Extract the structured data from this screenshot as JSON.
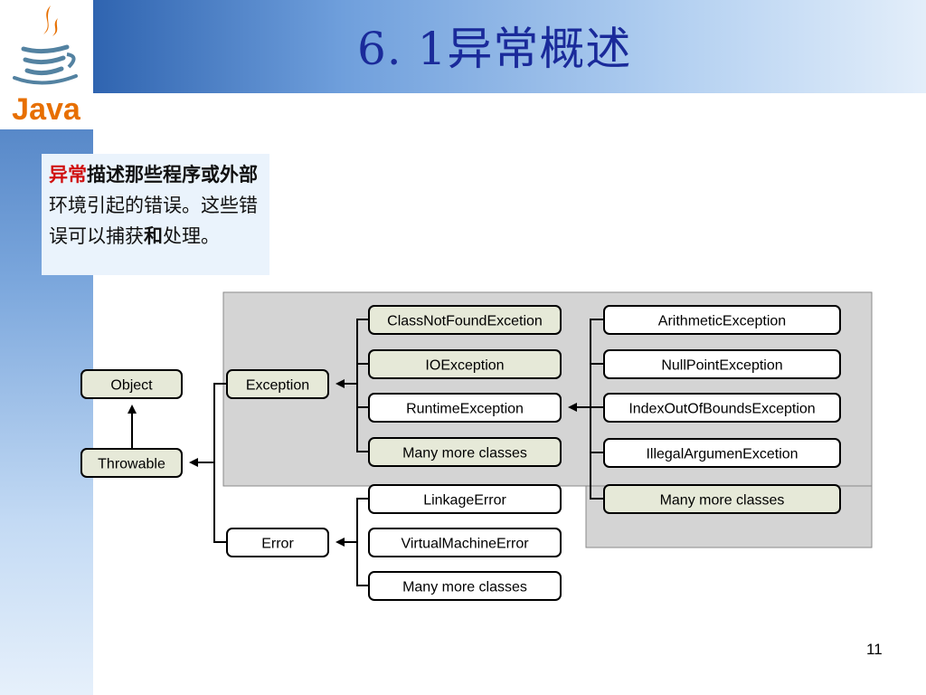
{
  "slide": {
    "title": "6. 1异常概述",
    "logo_text": "Java",
    "note": {
      "part1": "异常",
      "part2": "描述那些程序或",
      "part3": "外部",
      "part4": "环境引起的错误。这些错误可以捕获",
      "part5": "和",
      "part6": "处理。"
    },
    "page_number": "11"
  },
  "diagram": {
    "nodes": [
      {
        "id": "object",
        "label": "Object"
      },
      {
        "id": "throwable",
        "label": "Throwable"
      },
      {
        "id": "exception",
        "label": "Exception"
      },
      {
        "id": "error",
        "label": "Error"
      },
      {
        "id": "classnotfound",
        "label": "ClassNotFoundExcetion"
      },
      {
        "id": "ioexception",
        "label": "IOException"
      },
      {
        "id": "runtime",
        "label": "RuntimeException"
      },
      {
        "id": "more_exc",
        "label": "Many more classes"
      },
      {
        "id": "linkage",
        "label": "LinkageError"
      },
      {
        "id": "vm",
        "label": "VirtualMachineError"
      },
      {
        "id": "more_err",
        "label": "Many more classes"
      },
      {
        "id": "arith",
        "label": "ArithmeticException"
      },
      {
        "id": "nullpointer",
        "label": "NullPointException"
      },
      {
        "id": "indexoob",
        "label": "IndexOutOfBoundsException"
      },
      {
        "id": "illegalarg",
        "label": "IllegalArgumenExcetion"
      },
      {
        "id": "more_rt",
        "label": "Many more classes"
      }
    ],
    "colors": {
      "checked_fill": "#e6e9d8",
      "plain_fill": "#ffffff",
      "panel_fill": "#d4d4d4",
      "line": "#000000"
    }
  }
}
